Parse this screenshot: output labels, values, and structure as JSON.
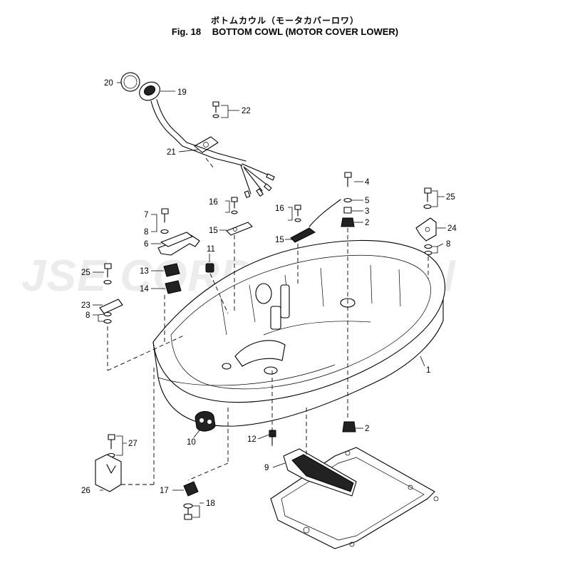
{
  "title": {
    "japanese": "ボトムカウル（モータカバーロワ）",
    "figure": "Fig. 18",
    "english": "BOTTOM COWL (MOTOR COVER LOWER)"
  },
  "watermark": "JSE CORPORATION",
  "callouts": {
    "c1": "1",
    "c2a": "2",
    "c2b": "2",
    "c3": "3",
    "c4": "4",
    "c5": "5",
    "c6": "6",
    "c7": "7",
    "c8a": "8",
    "c8b": "8",
    "c8c": "8",
    "c9": "9",
    "c10": "10",
    "c11": "11",
    "c12": "12",
    "c13": "13",
    "c14": "14",
    "c15a": "15",
    "c15b": "15",
    "c16a": "16",
    "c16b": "16",
    "c17": "17",
    "c18": "18",
    "c19": "19",
    "c20": "20",
    "c21": "21",
    "c22": "22",
    "c23": "23",
    "c24": "24",
    "c25a": "25",
    "c25b": "25",
    "c26": "26",
    "c27": "27"
  },
  "colors": {
    "line": "#000000",
    "watermark": "#ececec",
    "background": "#ffffff"
  }
}
